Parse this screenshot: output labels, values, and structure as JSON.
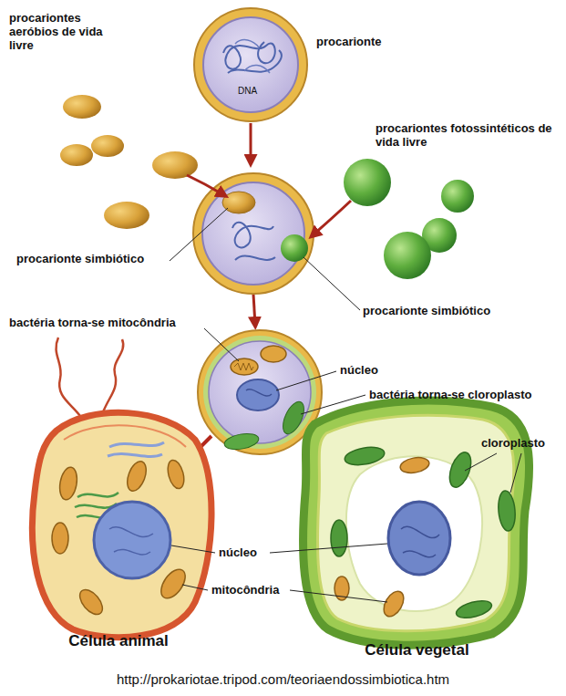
{
  "diagram": {
    "caption": "http://prokariotae.tripod.com/teoriaendossimbiotica.htm",
    "nodes": [
      {
        "text": [
          "procarionte",
          "DNA"
        ]
      },
      {
        "text": [
          "Célula animal"
        ]
      },
      {
        "text": [
          "Célula vegetal"
        ]
      }
    ],
    "labels": [
      "procariontes aeróbios de vida livre",
      "procariontes fotossintéticos de vida livre",
      "procarionte simbiótico",
      "procarionte simbiótico",
      "bactéria torna-se mitocôndria",
      "núcleo",
      "bactéria torna-se cloroplasto",
      "cloroplasto",
      "núcleo",
      "mitocôndria"
    ]
  }
}
